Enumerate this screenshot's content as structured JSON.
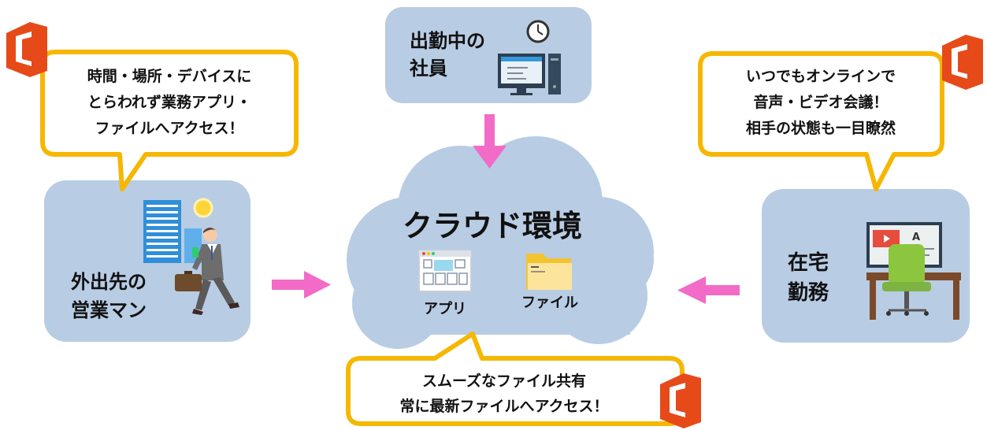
{
  "colors": {
    "panel": "#b8cce4",
    "cloud": "#b8cce4",
    "bubble_border": "#f6b700",
    "arrow": "#f26bc7",
    "office_logo": "#e64a19",
    "text": "#111111"
  },
  "nodes": {
    "cloud": {
      "title": "クラウド環境",
      "app_label": "アプリ",
      "file_label": "ファイル"
    },
    "office_worker": {
      "line1": "出勤中の",
      "line2": "社員"
    },
    "field_sales": {
      "line1": "外出先の",
      "line2": "営業マン"
    },
    "remote_worker": {
      "line1": "在宅",
      "line2": "勤務"
    }
  },
  "bubbles": {
    "left": {
      "line1": "時間・場所・デバイスに",
      "line2": "とらわれず業務アプリ・",
      "line3": "ファイルへアクセス！"
    },
    "right": {
      "line1": "いつでもオンラインで",
      "line2": "音声・ビデオ会議！",
      "line3": "相手の状態も一目瞭然"
    },
    "bottom": {
      "line1": "スムーズなファイル共有",
      "line2": "常に最新ファイルへアクセス！"
    }
  },
  "icons": {
    "office": "office-logo-icon",
    "clock": "clock-icon",
    "monitor": "desktop-computer-icon",
    "building": "office-building-icon",
    "sun": "sun-icon",
    "businessman": "walking-businessman-icon",
    "app_window": "app-window-icon",
    "folder": "folder-icon",
    "desk": "home-desk-icon"
  }
}
